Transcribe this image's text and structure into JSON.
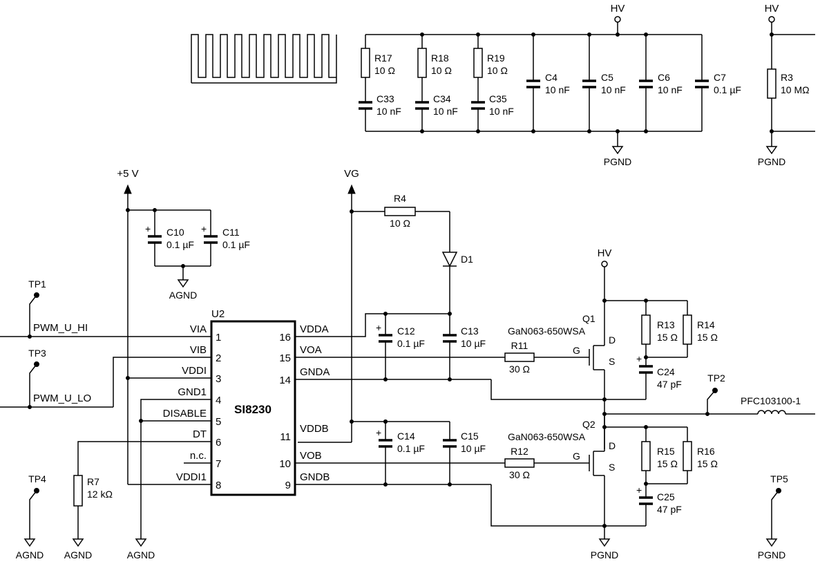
{
  "power_labels": {
    "hv": "HV",
    "pgnd": "PGND",
    "agnd": "AGND",
    "p5v": "+5 V",
    "vg": "VG"
  },
  "test_points": {
    "tp1": "TP1",
    "tp2": "TP2",
    "tp3": "TP3",
    "tp4": "TP4",
    "tp5": "TP5"
  },
  "signals": {
    "pwm_hi": "PWM_U_HI",
    "pwm_lo": "PWM_U_LO"
  },
  "ic": {
    "ref": "U2",
    "part": "SI8230",
    "left_pins": [
      {
        "name": "VIA",
        "num": "1"
      },
      {
        "name": "VIB",
        "num": "2"
      },
      {
        "name": "VDDI",
        "num": "3"
      },
      {
        "name": "GND1",
        "num": "4"
      },
      {
        "name": "DISABLE",
        "num": "5"
      },
      {
        "name": "DT",
        "num": "6"
      },
      {
        "name": "n.c.",
        "num": "7"
      },
      {
        "name": "VDDI1",
        "num": "8"
      }
    ],
    "right_pins": [
      {
        "name": "VDDA",
        "num": "16"
      },
      {
        "name": "VOA",
        "num": "15"
      },
      {
        "name": "GNDA",
        "num": "14"
      },
      {
        "name": "VDDB",
        "num": "11"
      },
      {
        "name": "VOB",
        "num": "10"
      },
      {
        "name": "GNDB",
        "num": "9"
      }
    ]
  },
  "transistors": {
    "q1": {
      "ref": "Q1",
      "part": "GaN063-650WSA",
      "g": "G",
      "d": "D",
      "s": "S"
    },
    "q2": {
      "ref": "Q2",
      "part": "GaN063-650WSA",
      "g": "G",
      "d": "D",
      "s": "S"
    }
  },
  "inductor": {
    "part": "PFC103100-1"
  },
  "diode": {
    "ref": "D1"
  },
  "resistors": {
    "r17": {
      "ref": "R17",
      "value": "10 Ω"
    },
    "r18": {
      "ref": "R18",
      "value": "10 Ω"
    },
    "r19": {
      "ref": "R19",
      "value": "10 Ω"
    },
    "r3": {
      "ref": "R3",
      "value": "10 MΩ"
    },
    "r4": {
      "ref": "R4",
      "value": "10 Ω"
    },
    "r7": {
      "ref": "R7",
      "value": "12 kΩ"
    },
    "r11": {
      "ref": "R11",
      "value": "30 Ω"
    },
    "r12": {
      "ref": "R12",
      "value": "30 Ω"
    },
    "r13": {
      "ref": "R13",
      "value": "15 Ω"
    },
    "r14": {
      "ref": "R14",
      "value": "15 Ω"
    },
    "r15": {
      "ref": "R15",
      "value": "15 Ω"
    },
    "r16": {
      "ref": "R16",
      "value": "15 Ω"
    }
  },
  "capacitors": {
    "c33": {
      "ref": "C33",
      "value": "10 nF"
    },
    "c34": {
      "ref": "C34",
      "value": "10 nF"
    },
    "c35": {
      "ref": "C35",
      "value": "10 nF"
    },
    "c4": {
      "ref": "C4",
      "value": "10 nF"
    },
    "c5": {
      "ref": "C5",
      "value": "10 nF"
    },
    "c6": {
      "ref": "C6",
      "value": "10 nF"
    },
    "c7": {
      "ref": "C7",
      "value": "0.1 µF"
    },
    "c10": {
      "ref": "C10",
      "value": "0.1 µF"
    },
    "c11": {
      "ref": "C11",
      "value": "0.1 µF"
    },
    "c12": {
      "ref": "C12",
      "value": "0.1 µF"
    },
    "c13": {
      "ref": "C13",
      "value": "10 µF"
    },
    "c14": {
      "ref": "C14",
      "value": "0.1 µF"
    },
    "c15": {
      "ref": "C15",
      "value": "10 µF"
    },
    "c24": {
      "ref": "C24",
      "value": "47 pF"
    },
    "c25": {
      "ref": "C25",
      "value": "47 pF"
    }
  },
  "polarity_mark": "+"
}
